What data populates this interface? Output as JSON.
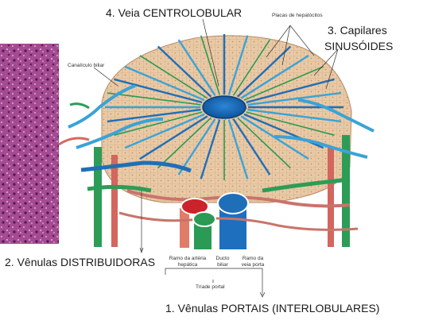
{
  "labels": {
    "central_vein": "4. Veia CENTROLOBULAR",
    "hepatocyte_plates": "Placas de hepatócitos",
    "sinusoids_num": "3. Capilares",
    "sinusoids_word": "SINUSÓIDES",
    "bile_canaliculus": "Canalículo biliar",
    "distributing_venules": "2. Vênulas DISTRIBUIDORAS",
    "hepatic_artery_branch": "Ramo da artéria hepática",
    "bile_duct": "Ducto biliar",
    "portal_vein_branch": "Ramo da veia porta",
    "portal_triad": "Tríade portal",
    "portal_venules": "1. Vênulas PORTAIS (INTERLOBULARES)"
  },
  "colors": {
    "portal_vein": "#1f6fb8",
    "sinusoid": "#3aa3d8",
    "hepatic_artery": "#cc2229",
    "artery_branch": "#d36a5e",
    "bile_duct": "#2a9a55",
    "hepatocyte": "#e7c9a5",
    "micrograph": "#9a3f86"
  }
}
